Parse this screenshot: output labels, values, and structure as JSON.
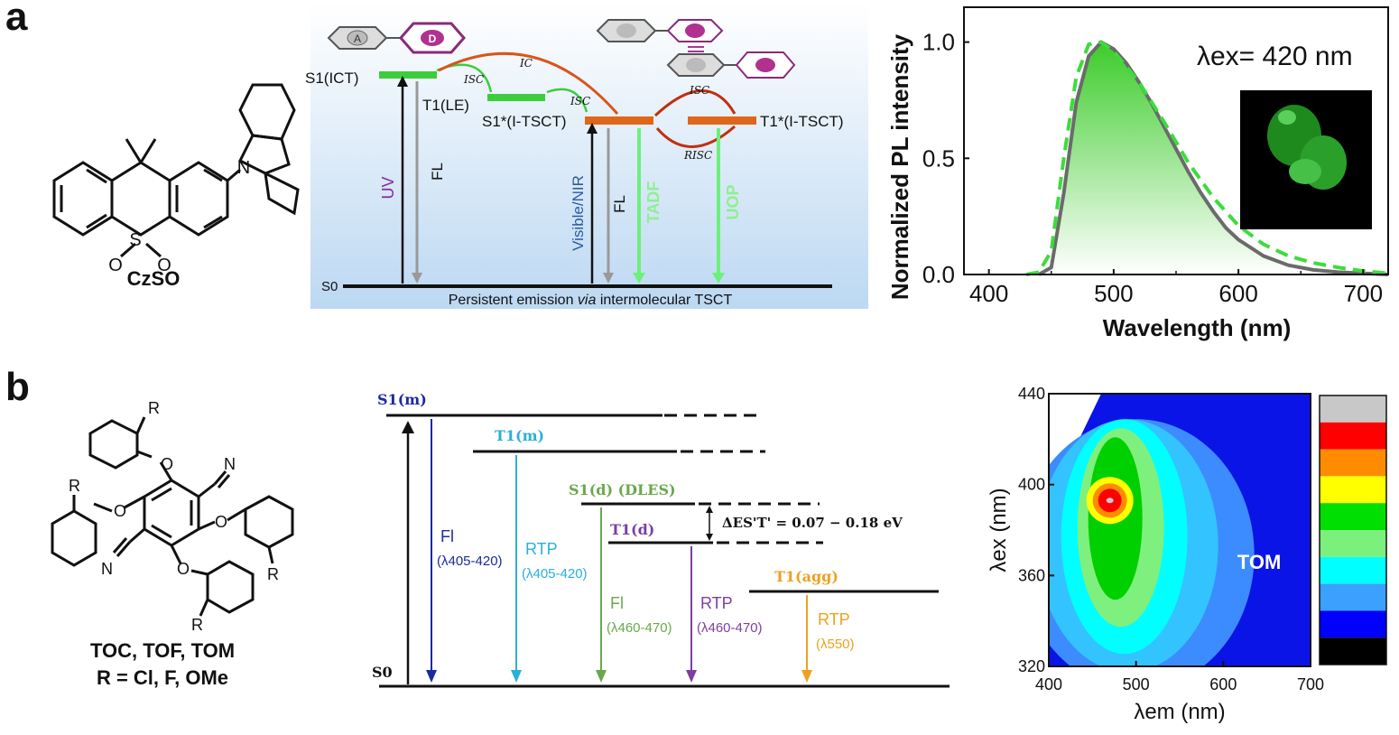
{
  "panel_a": {
    "label": "a",
    "molecule": {
      "name": "CzSO",
      "atoms": {
        "n": "N",
        "s": "S",
        "o1": "O",
        "o2": "O"
      }
    },
    "diagram": {
      "levels": {
        "s1_ict": "S1(ICT)",
        "t1_le": "T1(LE)",
        "s1_itsct": "S1*(I-TSCT)",
        "t1_itsct": "T1*(I-TSCT)",
        "s0": "S0"
      },
      "transitions": {
        "isc1": "ISC",
        "isc2": "ISC",
        "ic": "IC",
        "isc3": "ISC",
        "risc": "RISC",
        "uv": "UV",
        "fl1": "FL",
        "visnir": "Visible/NIR",
        "fl2": "FL",
        "tadf": "TADF",
        "uop": "UOP"
      },
      "donor": "D",
      "acceptor": "A",
      "caption_pre": "Persistent emission ",
      "caption_via": "via",
      "caption_post": " intermolecular TSCT"
    },
    "chart_data": {
      "type": "line",
      "xlabel": "Wavelength (nm)",
      "ylabel": "Normalized PL intensity",
      "xlim": [
        380,
        720
      ],
      "ylim": [
        0,
        1.15
      ],
      "xticks": [
        "400",
        "500",
        "600",
        "700"
      ],
      "yticks": [
        "0.0",
        "0.5",
        "1.0"
      ],
      "annotation": "λex= 420 nm",
      "series": [
        {
          "style": "solid",
          "color": "#6b6b6b",
          "x": [
            440,
            450,
            460,
            470,
            480,
            490,
            500,
            510,
            520,
            530,
            540,
            550,
            560,
            570,
            580,
            590,
            600,
            620,
            640,
            660,
            680,
            700,
            720
          ],
          "y": [
            0.0,
            0.03,
            0.35,
            0.74,
            0.94,
            1.0,
            0.97,
            0.91,
            0.83,
            0.74,
            0.64,
            0.54,
            0.44,
            0.35,
            0.27,
            0.2,
            0.15,
            0.08,
            0.04,
            0.02,
            0.01,
            0.005,
            0.0
          ]
        },
        {
          "style": "dashed",
          "color": "#3cdc3c",
          "x": [
            430,
            440,
            450,
            460,
            470,
            480,
            490,
            500,
            520,
            540,
            560,
            580,
            600,
            620,
            640,
            660,
            680,
            700,
            720
          ],
          "y": [
            0.0,
            0.01,
            0.1,
            0.5,
            0.85,
            0.99,
            1.0,
            0.96,
            0.83,
            0.66,
            0.48,
            0.33,
            0.21,
            0.13,
            0.08,
            0.05,
            0.03,
            0.015,
            0.005
          ]
        }
      ]
    }
  },
  "panel_b": {
    "label": "b",
    "molecule": {
      "names": "TOC, TOF, TOM",
      "substituents": "R = Cl, F, OMe",
      "atoms": {
        "r": "R",
        "o": "O",
        "n": "N"
      }
    },
    "diagram": {
      "levels": {
        "s1m": "S1(m)",
        "t1m": "T1(m)",
        "s1d": "S1(d) (DLES)",
        "t1d": "T1(d)",
        "t1agg": "T1(agg)",
        "s0": "S0"
      },
      "gap": "ΔES'T' = 0.07 − 0.18 eV",
      "emissions": [
        {
          "name": "Fl",
          "range": "(λ405-420)",
          "color": "#1c2aa0"
        },
        {
          "name": "RTP",
          "range": "(λ405-420)",
          "color": "#2ab0d6"
        },
        {
          "name": "Fl",
          "range": "(λ460-470)",
          "color": "#6aa84a"
        },
        {
          "name": "RTP",
          "range": "(λ460-470)",
          "color": "#7c3fa0"
        },
        {
          "name": "RTP",
          "range": "(λ550)",
          "color": "#f0a020"
        }
      ]
    },
    "chart_data": {
      "type": "heatmap",
      "xlabel": "λem (nm)",
      "ylabel": "λex (nm)",
      "xlim": [
        400,
        700
      ],
      "ylim": [
        320,
        440
      ],
      "xticks": [
        "400",
        "500",
        "600",
        "700"
      ],
      "yticks": [
        "320",
        "360",
        "400",
        "440"
      ],
      "annotation": "TOM",
      "peak": {
        "em": 470,
        "ex": 393
      },
      "colorbar": [
        "#c8c8c8",
        "#ff0000",
        "#ff8c00",
        "#ffff00",
        "#00e000",
        "#7cf07c",
        "#00ffff",
        "#3ca0ff",
        "#0000ff",
        "#000000"
      ]
    }
  }
}
